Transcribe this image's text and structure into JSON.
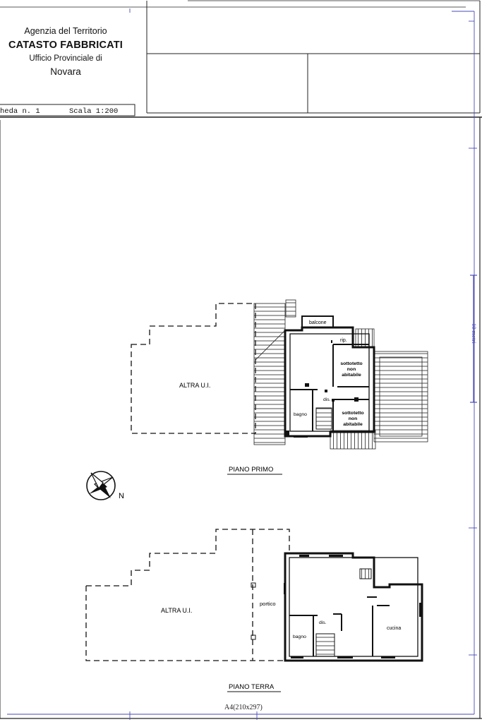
{
  "header": {
    "agency": "Agenzia del Territorio",
    "catasto": "CATASTO FABBRICATI",
    "office": "Ufficio Provinciale di",
    "city": "Novara",
    "scheda": "heda n. 1",
    "scala": "Scala 1:200"
  },
  "upper_plan": {
    "title": "PIANO PRIMO",
    "rooms": {
      "other_unit": "ALTRA U.I.",
      "balcony": "balcone",
      "storage": "rip.",
      "attic_1_line1": "sottotetto",
      "attic_1_line2": "non",
      "attic_1_line3": "abitabile",
      "hall": "dis.",
      "bath": "bagno",
      "attic_2_line1": "sottotetto",
      "attic_2_line2": "non",
      "attic_2_line3": "abitabile"
    }
  },
  "lower_plan": {
    "title": "PIANO TERRA",
    "rooms": {
      "other_unit": "ALTRA U.I.",
      "porch": "portico",
      "hall": "dis.",
      "bath": "bagno",
      "kitchen": "cucina"
    }
  },
  "compass_label": "N",
  "ruler_label": "10 metri",
  "paper_size": "A4(210x297)",
  "colors": {
    "ink": "#111111",
    "frame_blue": "#4a4ab8"
  }
}
